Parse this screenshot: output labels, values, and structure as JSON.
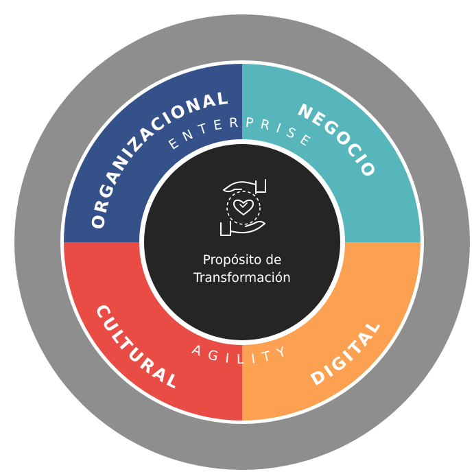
{
  "outer_ring": {
    "top_label": "ENTERPRISE",
    "bottom_label": "AGILITY"
  },
  "quadrants": {
    "organizacional": {
      "label": "ORGANIZACIONAL",
      "color": "#345189"
    },
    "negocio": {
      "label": "NEGOCIO",
      "color": "#57b6bb"
    },
    "cultural": {
      "label": "CULTURAL",
      "color": "#e84c45"
    },
    "digital": {
      "label": "DIGITAL",
      "color": "#fca151"
    }
  },
  "center": {
    "line1": "Propósito de",
    "line2": "Transformación",
    "icon": "hands-heart-icon",
    "color": "#252525"
  },
  "colors": {
    "outer_ring": "#8e8e8e",
    "separator": "#ffffff"
  }
}
